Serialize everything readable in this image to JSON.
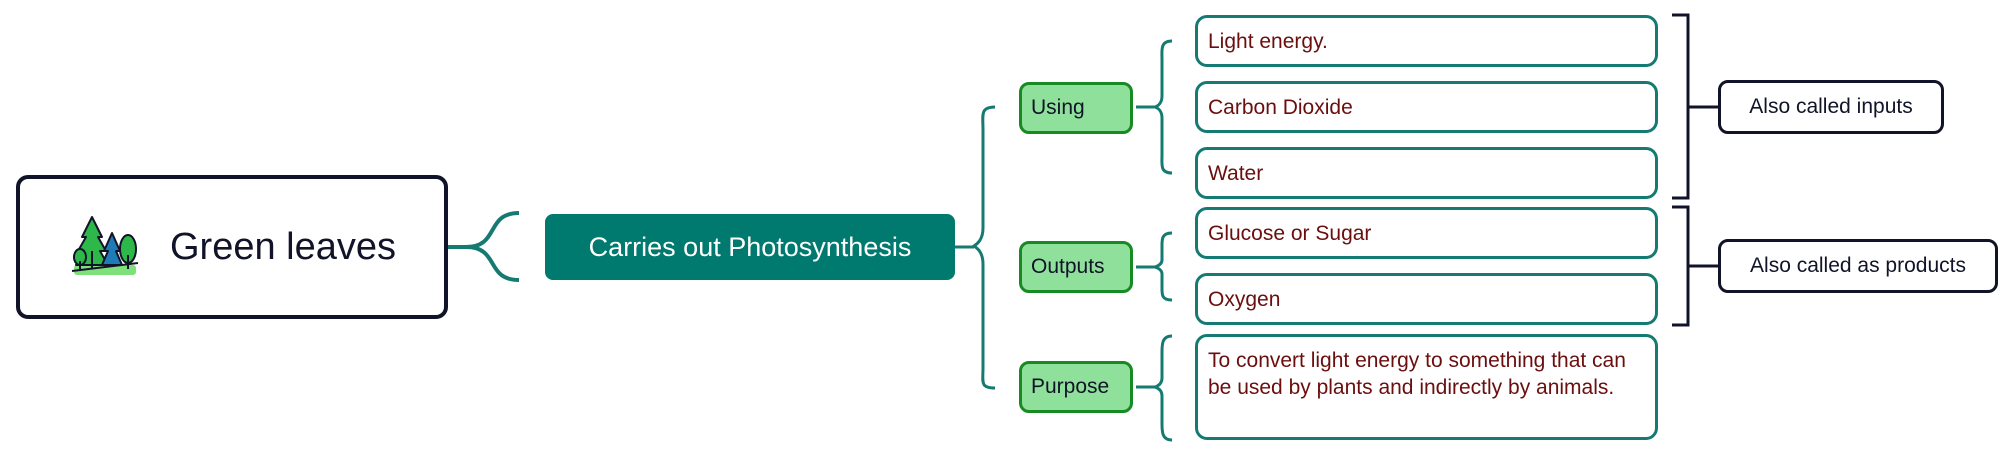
{
  "root": {
    "label": "Green leaves",
    "icon": "forest-trees-icon"
  },
  "main": {
    "label": "Carries out Photosynthesis"
  },
  "categories": [
    {
      "label": "Using"
    },
    {
      "label": "Outputs"
    },
    {
      "label": "Purpose"
    }
  ],
  "leaves": [
    {
      "label": "Light energy."
    },
    {
      "label": "Carbon Dioxide"
    },
    {
      "label": "Water"
    },
    {
      "label": "Glucose or Sugar"
    },
    {
      "label": "Oxygen"
    },
    {
      "label": "To convert light energy to something that can be used by plants and indirectly by animals."
    }
  ],
  "notes": [
    {
      "label": "Also called inputs"
    },
    {
      "label": "Also called as products"
    }
  ],
  "colors": {
    "teal_connector": "#157a72",
    "dark_outline": "#111428",
    "main_fill": "#007a6e",
    "category_fill": "#8ee09a",
    "category_border": "#178a23",
    "leaf_text": "#6b0e0e"
  }
}
